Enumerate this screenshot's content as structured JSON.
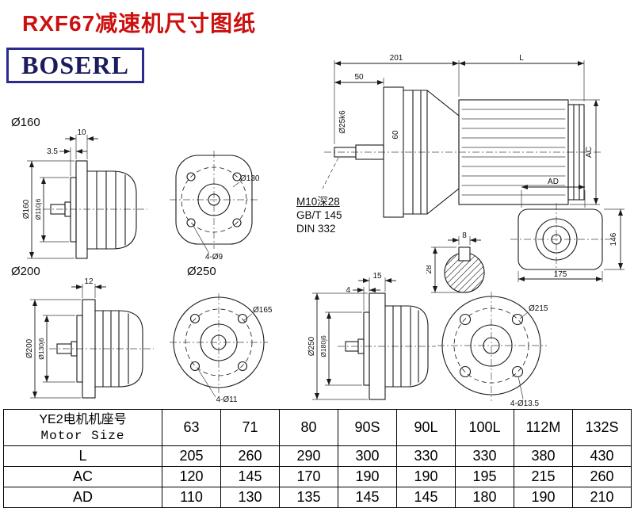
{
  "page": {
    "title": "RXF67减速机尺寸图纸",
    "brand": "BOSERL"
  },
  "colors": {
    "title_red": "#cc1010",
    "brand_navy": "#2b2b8f",
    "line": "#1a1a1a",
    "table_border": "#000000"
  },
  "assembly": {
    "dim_201": "201",
    "dim_l": "L",
    "dim_50": "50",
    "shaft_dia": "Ø25k6",
    "dim_60": "60",
    "dim_ac": "AC",
    "note_line1": "M10深28",
    "note_line2": "GB/T 145",
    "note_line3": "DIN 332"
  },
  "end_view": {
    "dim_ad": "AD",
    "dim_146": "146",
    "dim_175": "175"
  },
  "key_section": {
    "dim_8": "8",
    "dim_28": "28"
  },
  "flange160": {
    "label": "Ø160",
    "dim_10": "10",
    "dim_3_5": "3.5",
    "dia_outer": "Ø160",
    "dia_spigot": "Ø110j6",
    "dia_bolt_circle": "Ø130",
    "holes": "4-Ø9"
  },
  "flange200": {
    "label": "Ø200",
    "dim_12": "12",
    "dia_outer": "Ø200",
    "dia_spigot": "Ø130j6",
    "dia_bolt_circle": "Ø165",
    "holes": "4-Ø11"
  },
  "flange250": {
    "label": "Ø250",
    "dim_15": "15",
    "dim_4": "4",
    "dia_outer": "Ø250",
    "dia_spigot": "Ø180j6",
    "dia_bolt_circle": "Ø215",
    "holes": "4-Ø13.5"
  },
  "table": {
    "header_label_cn": "YE2电机机座号",
    "header_label_en": "Motor Size",
    "columns": [
      "63",
      "71",
      "80",
      "90S",
      "90L",
      "100L",
      "112M",
      "132S"
    ],
    "rows": [
      {
        "label": "L",
        "values": [
          "205",
          "260",
          "290",
          "300",
          "330",
          "330",
          "380",
          "430"
        ]
      },
      {
        "label": "AC",
        "values": [
          "120",
          "145",
          "170",
          "190",
          "190",
          "195",
          "215",
          "260"
        ]
      },
      {
        "label": "AD",
        "values": [
          "110",
          "130",
          "135",
          "145",
          "145",
          "180",
          "190",
          "210"
        ]
      }
    ]
  }
}
